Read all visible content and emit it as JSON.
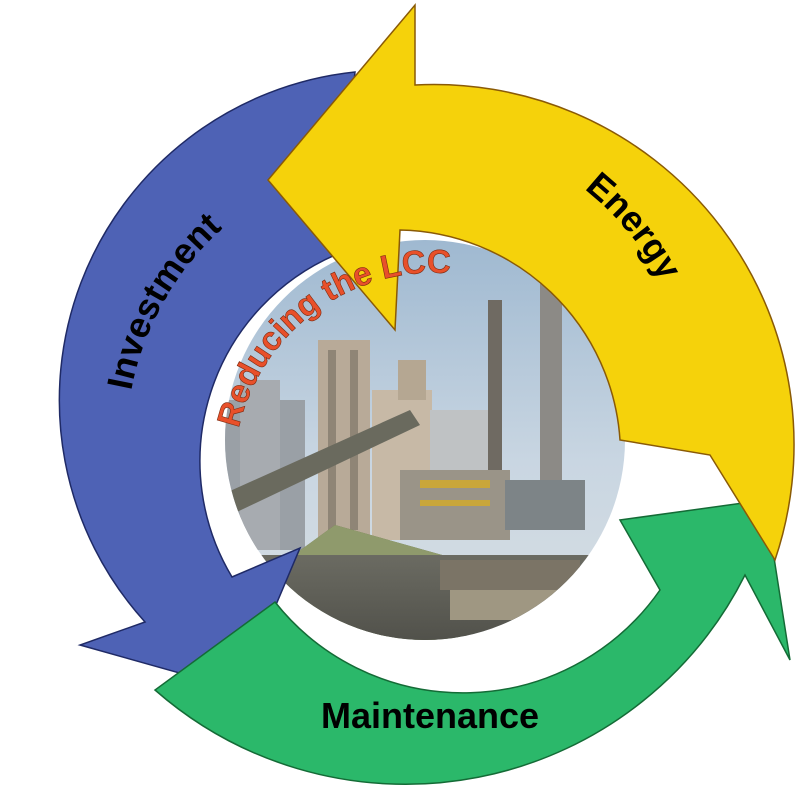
{
  "diagram": {
    "center_label": "Reducing the LCC",
    "segments": [
      {
        "label": "Investment",
        "color": "#4E62B5",
        "stroke": "#1f2a66"
      },
      {
        "label": "Energy",
        "color": "#F5D20B",
        "stroke": "#8a5a06"
      },
      {
        "label": "Maintenance",
        "color": "#2BB86A",
        "stroke": "#146b36"
      }
    ]
  }
}
